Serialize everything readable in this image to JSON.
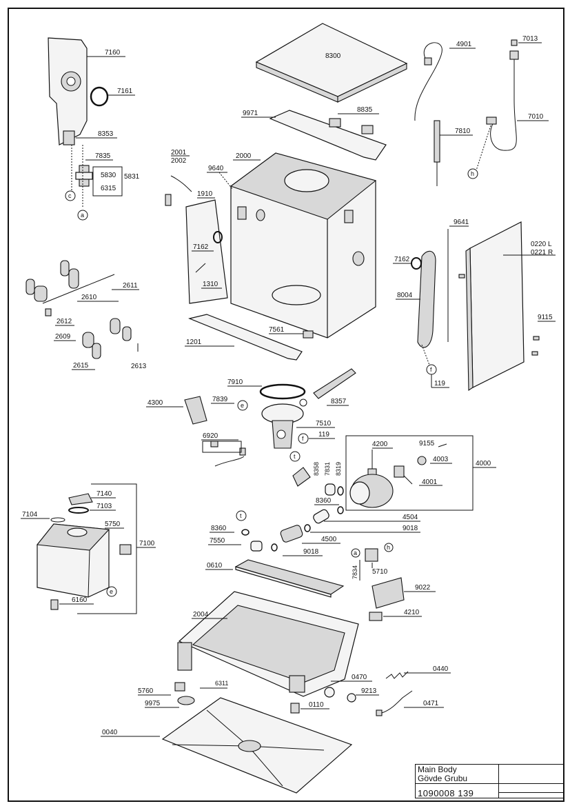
{
  "labels": {
    "l7160": "7160",
    "l7161": "7161",
    "l8353": "8353",
    "l7835": "7835",
    "l5830": "5830",
    "l5831": "5831",
    "l6315": "6315",
    "l8300": "8300",
    "l4901": "4901",
    "l7013": "7013",
    "l7010": "7010",
    "l9971": "9971",
    "l8835": "8835",
    "l7810": "7810",
    "l2001": "2001",
    "l2002": "2002",
    "l2000": "2000",
    "l9640": "9640",
    "l1910": "1910",
    "l7162a": "7162",
    "l1310": "1310",
    "l2611": "2611",
    "l2610": "2610",
    "l2612": "2612",
    "l2609": "2609",
    "l2615": "2615",
    "l2613": "2613",
    "l1201": "1201",
    "l7561": "7561",
    "l9641": "9641",
    "l0220": "0220 L",
    "l0221": "0221 R",
    "l7162b": "7162",
    "l8004": "8004",
    "l9115": "9115",
    "l119a": "119",
    "l7910": "7910",
    "l4300": "4300",
    "l7839": "7839",
    "l8357": "8357",
    "l7510": "7510",
    "l119b": "119",
    "l6920": "6920",
    "l8358": "8358",
    "l7831": "7831",
    "l8319": "8319",
    "l4200": "4200",
    "l9155": "9155",
    "l4003": "4003",
    "l4001": "4001",
    "l4000": "4000",
    "l8360a": "8360",
    "l4504": "4504",
    "l9018a": "9018",
    "l8360b": "8360",
    "l4500": "4500",
    "l7550": "7550",
    "l9018b": "9018",
    "l7140": "7140",
    "l7103": "7103",
    "l7104": "7104",
    "l5750": "5750",
    "l7100": "7100",
    "l6160": "6160",
    "l0610": "0610",
    "l7834": "7834",
    "l5710": "5710",
    "l9022": "9022",
    "l2004": "2004",
    "l4210": "4210",
    "l0470": "0470",
    "l0440": "0440",
    "l9213": "9213",
    "l0471": "0471",
    "l5760": "5760",
    "l6311": "6311",
    "l9975": "9975",
    "l0110": "0110",
    "l0040": "0040"
  },
  "callouts": {
    "c": "c",
    "a": "a",
    "h": "h",
    "f1": "f",
    "e1": "e",
    "f2": "f",
    "t1": "t",
    "t2": "t",
    "e2": "e",
    "a2": "a",
    "h2": "h"
  },
  "titleblock": {
    "title": "Main Body",
    "subtitle": "Gövde Grubu",
    "code": "1090008 139"
  },
  "colors": {
    "ink": "#111111",
    "paper": "#ffffff",
    "shade": "#d8d8d8"
  }
}
